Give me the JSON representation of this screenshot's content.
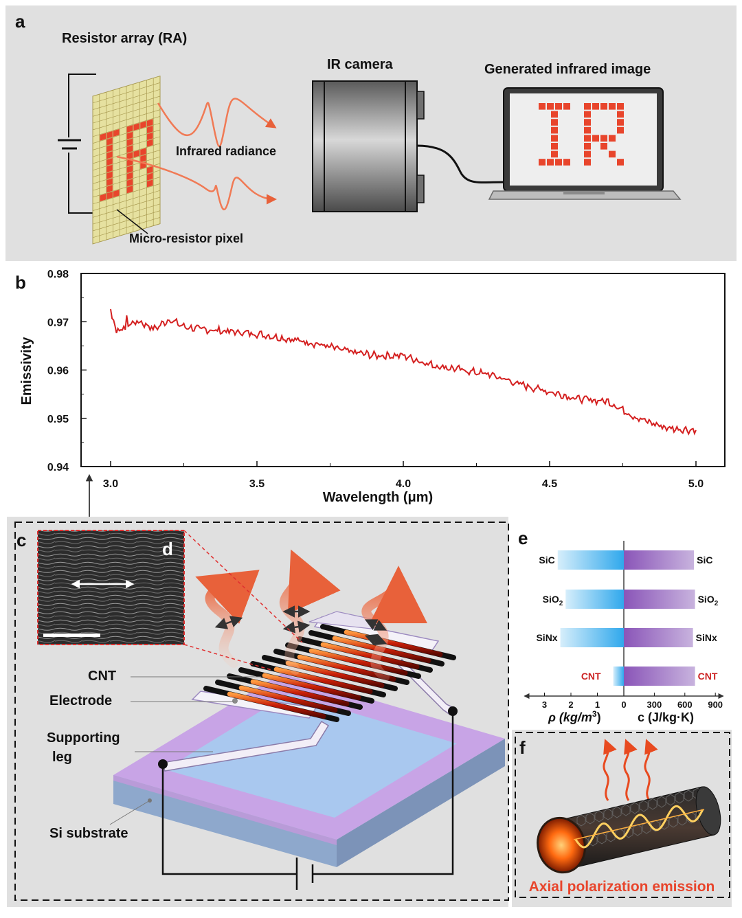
{
  "panel_a": {
    "letter": "a",
    "resistor_array": "Resistor array (RA)",
    "infrared_radiance": "Infrared radiance",
    "micro_resistor_pixel": "Micro-resistor pixel",
    "ir_camera": "IR camera",
    "generated_image": "Generated infrared image"
  },
  "panel_b": {
    "letter": "b"
  },
  "chart_data": {
    "type": "line",
    "xlabel": "Wavelength (μm)",
    "ylabel": "Emissivity",
    "xlim": [
      3.0,
      5.0
    ],
    "ylim": [
      0.94,
      0.98
    ],
    "x_ticks": [
      "3.0",
      "3.5",
      "4.0",
      "4.5",
      "5.0"
    ],
    "y_ticks": [
      "0.94",
      "0.95",
      "0.96",
      "0.97",
      "0.98"
    ],
    "series_color": "#d42020",
    "series": [
      {
        "x": [
          3.0,
          3.02,
          3.05,
          3.1,
          3.15,
          3.2,
          3.25,
          3.3,
          3.4,
          3.5,
          3.6,
          3.7,
          3.8,
          3.9,
          4.0,
          4.1,
          4.2,
          4.3,
          4.4,
          4.5,
          4.6,
          4.7,
          4.8,
          4.9,
          5.0
        ],
        "y": [
          0.9725,
          0.968,
          0.9695,
          0.97,
          0.9685,
          0.9705,
          0.969,
          0.9685,
          0.968,
          0.9675,
          0.9665,
          0.9655,
          0.964,
          0.963,
          0.963,
          0.961,
          0.96,
          0.959,
          0.957,
          0.9555,
          0.954,
          0.9535,
          0.95,
          0.948,
          0.9475
        ]
      }
    ]
  },
  "panel_c": {
    "letter": "c",
    "cnt": "CNT",
    "electrode": "Electrode",
    "supporting": "Supporting",
    "leg": "leg",
    "si_substrate": "Si substrate"
  },
  "panel_d": {
    "letter": "d"
  },
  "panel_e": {
    "letter": "e",
    "rows": [
      {
        "name": "SiC",
        "rho": 2.5,
        "c": 690
      },
      {
        "name": "SiO",
        "sub": "2",
        "rho": 2.2,
        "c": 700
      },
      {
        "name": "SiNx",
        "rho": 2.4,
        "c": 680
      },
      {
        "name": "CNT",
        "rho": 0.4,
        "c": 700
      }
    ],
    "rho_ticks": [
      "3",
      "2",
      "1",
      "0"
    ],
    "c_ticks": [
      "300",
      "600",
      "900"
    ],
    "rho_label": "ρ (kg/m",
    "rho_sup": "3",
    "rho_close": ")",
    "c_label": "c (J/kg·K)"
  },
  "panel_f": {
    "letter": "f",
    "caption": "Axial polarization emission"
  },
  "colors": {
    "ir_red": "#e8452c",
    "panel_gray": "#e0e0e0",
    "cnt_label": "#cc2222"
  }
}
